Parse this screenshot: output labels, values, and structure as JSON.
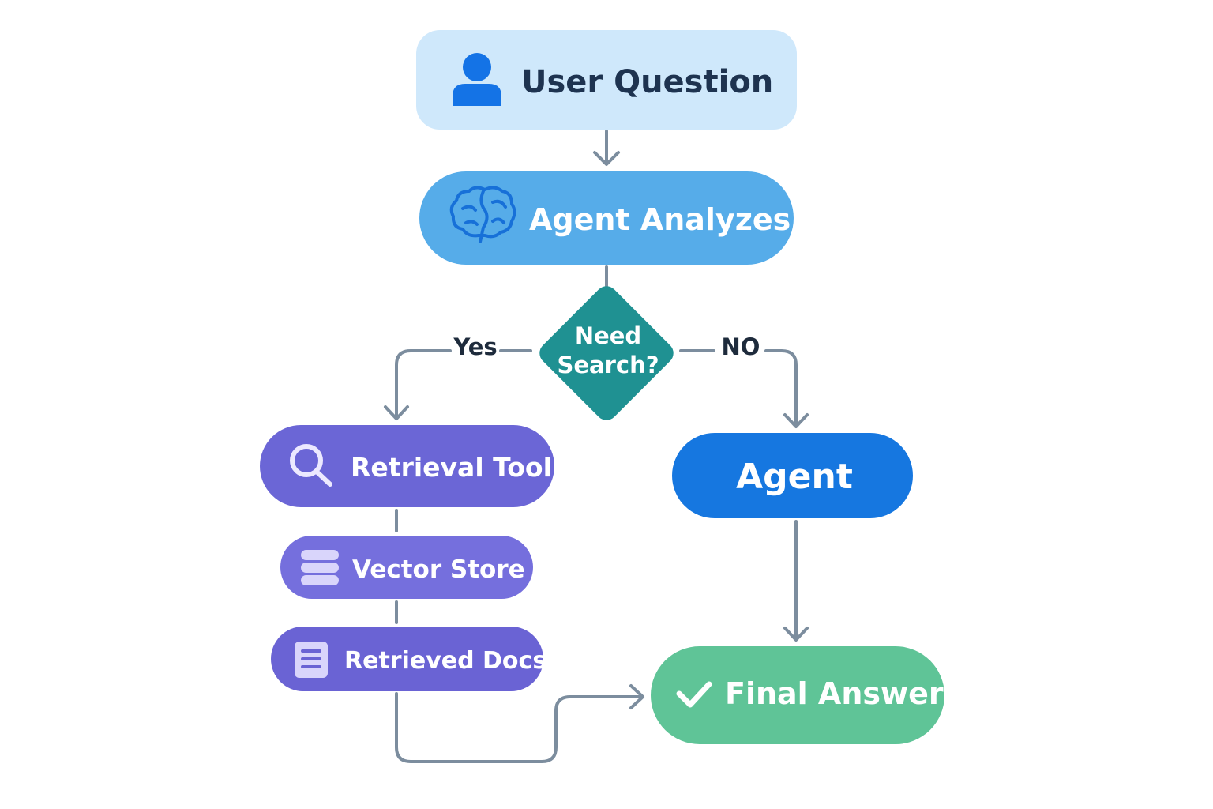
{
  "nodes": {
    "user_question": "User Question",
    "agent_analyzes": "Agent Analyzes",
    "need_search_line1": "Need",
    "need_search_line2": "Search?",
    "retrieval_tool": "Retrieval Tool",
    "vector_store": "Vector Store",
    "retrieved_docs": "Retrieved Docs",
    "agent": "Agent",
    "final_answer": "Final Answer"
  },
  "edges": {
    "yes_label": "Yes",
    "no_label": "NO"
  },
  "colors": {
    "user_question_fill": "#cfe8fb",
    "user_question_text": "#1e3350",
    "user_icon": "#1473e6",
    "agent_analyzes_fill": "#56ace9",
    "brain_icon": "#1770d8",
    "decision_fill": "#1f9192",
    "retrieval_fill": "#6b66d6",
    "vector_fill": "#756fdd",
    "docs_fill": "#6a63d4",
    "agent_fill": "#1677e0",
    "final_fill": "#5fc497",
    "connector": "#7c8d9e",
    "edge_label_text": "#1e2b3c"
  },
  "icons": [
    "user-icon",
    "brain-icon",
    "search-icon",
    "database-icon",
    "document-icon",
    "check-icon"
  ]
}
